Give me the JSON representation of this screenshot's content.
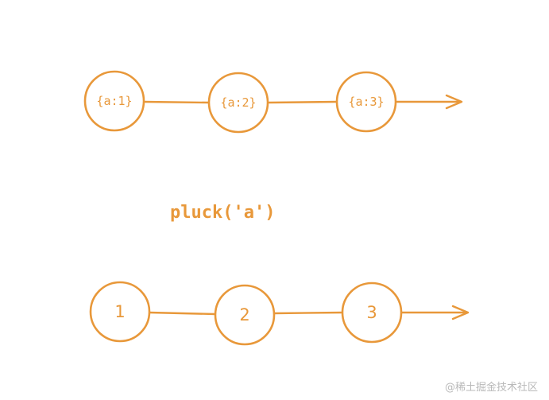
{
  "colors": {
    "stroke": "#e8983a",
    "background": "#ffffff",
    "watermark": "#b9b9b9"
  },
  "source_stream": {
    "nodes": [
      {
        "label": "{a:1}"
      },
      {
        "label": "{a:2}"
      },
      {
        "label": "{a:3}"
      }
    ]
  },
  "operator": {
    "label": "pluck('a')"
  },
  "result_stream": {
    "nodes": [
      {
        "label": "1"
      },
      {
        "label": "2"
      },
      {
        "label": "3"
      }
    ]
  },
  "watermark": {
    "text": "@稀土掘金技术社区"
  }
}
